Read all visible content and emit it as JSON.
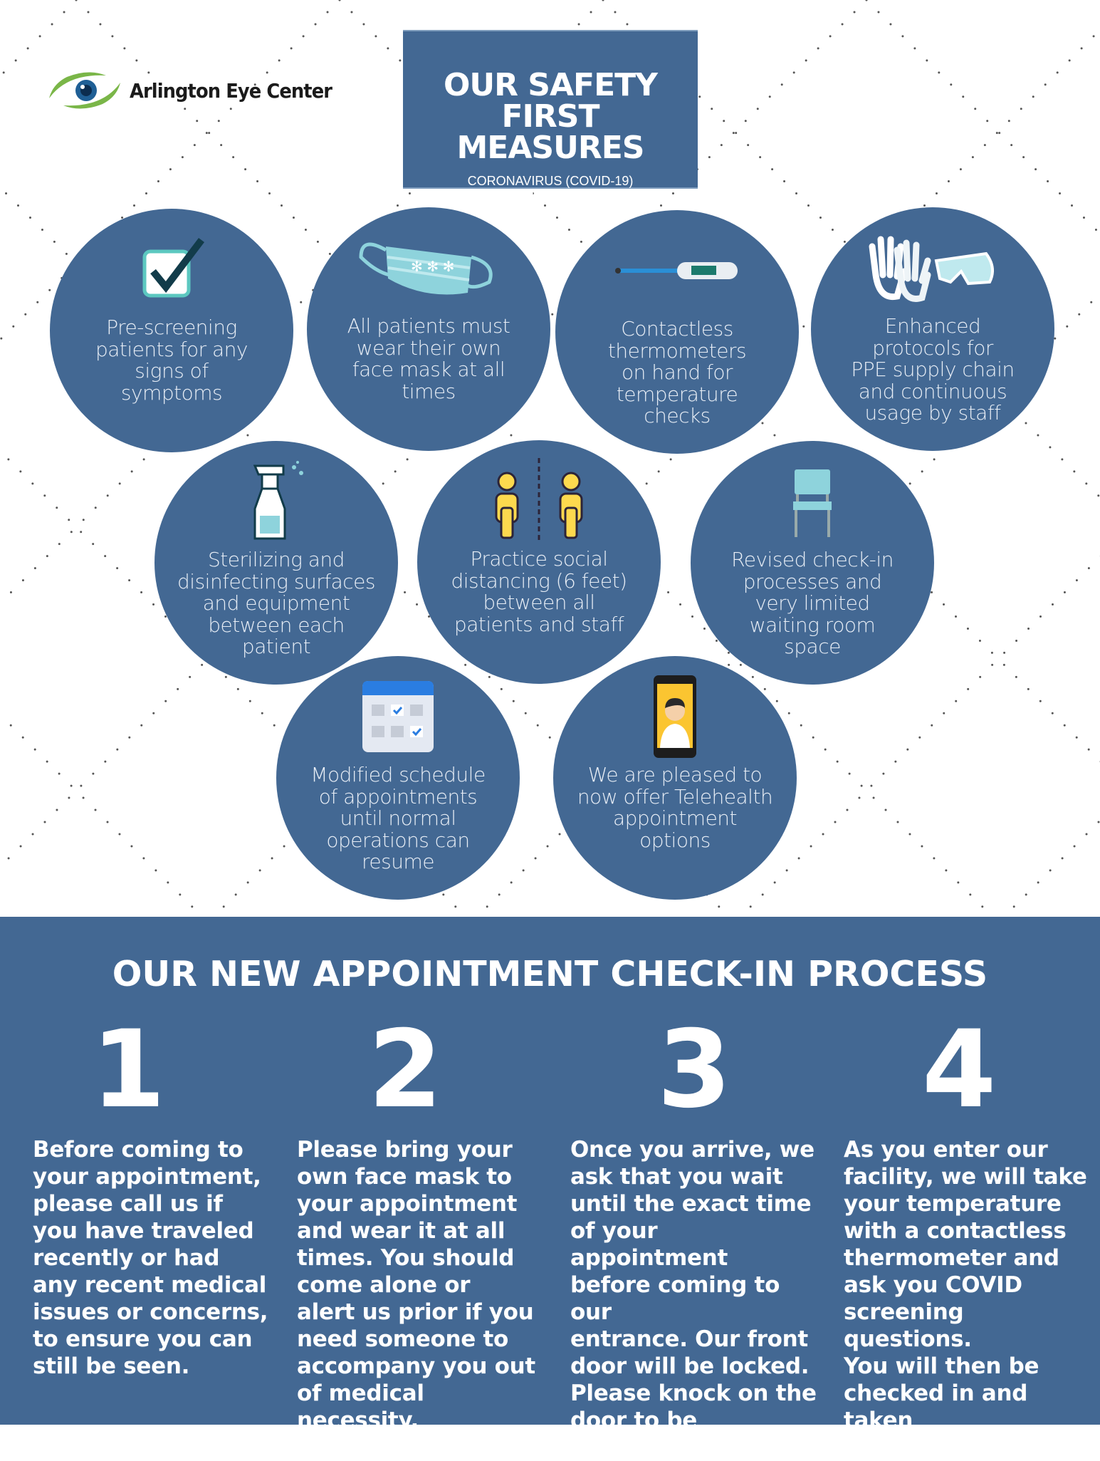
{
  "logo": {
    "name": "Arlington Eye Center"
  },
  "hero": {
    "title_line1": "OUR SAFETY",
    "title_line2": "FIRST MEASURES",
    "subtitle_line1": "CORONAVIRUS (COVID-19)",
    "subtitle_line2": "SAFETY PRECAUTIONS"
  },
  "measures": [
    {
      "icon": "checkbox-icon",
      "text": "Pre-screening\npatients for any\nsigns of\nsymptoms"
    },
    {
      "icon": "face-mask-icon",
      "text": "All patients must\nwear their own\nface mask at all\ntimes"
    },
    {
      "icon": "thermometer-icon",
      "text": "Contactless\nthermometers\non hand for\ntemperature\nchecks"
    },
    {
      "icon": "gloves-goggles-icon",
      "text": "Enhanced\nprotocols for\nPPE supply chain\nand continuous\nusage by staff"
    },
    {
      "icon": "spray-bottle-icon",
      "text": "Sterilizing and\ndisinfecting surfaces\nand equipment\nbetween each\npatient"
    },
    {
      "icon": "social-distance-icon",
      "text": "Practice social\ndistancing  (6 feet)\nbetween all\npatients and staff"
    },
    {
      "icon": "chair-icon",
      "text": "Revised check-in\nprocesses and\nvery limited\nwaiting room\nspace"
    },
    {
      "icon": "calendar-icon",
      "text": "Modified schedule\nof appointments\nuntil normal\noperations can\nresume"
    },
    {
      "icon": "telehealth-phone-icon",
      "text": "We are pleased to\nnow offer Telehealth\nappointment\noptions"
    }
  ],
  "process": {
    "title": "OUR NEW APPOINTMENT CHECK-IN PROCESS",
    "steps": [
      {
        "number": "1",
        "text": "Before coming to\nyour appointment,\nplease call us if\nyou have traveled\nrecently or had\nany recent medical\nissues or concerns,\nto ensure you can\nstill be seen."
      },
      {
        "number": "2",
        "text": "Please bring your\nown face mask to\nyour appointment\nand wear it at all\ntimes. You should\ncome alone or\nalert us prior if you\nneed someone to\naccompany you out\nof medical necessity."
      },
      {
        "number": "3",
        "text": "Once you arrive, we\nask that you wait\nuntil the exact time\nof your appointment\nbefore coming to our\nentrance. Our front\ndoor will be locked.\nPlease knock on the\ndoor to be admitted."
      },
      {
        "number": "4",
        "text": "As you enter our\nfacility, we will take\nyour temperature\nwith a contactless\nthermometer and\nask you COVID\nscreening questions.\nYou will then be\nchecked in and taken\nto your exam room."
      }
    ]
  },
  "colors": {
    "primary": "#436893",
    "accent_green": "#7ab648",
    "icon_teal": "#8ed3dc",
    "figure_yellow": "#fdd94e"
  }
}
